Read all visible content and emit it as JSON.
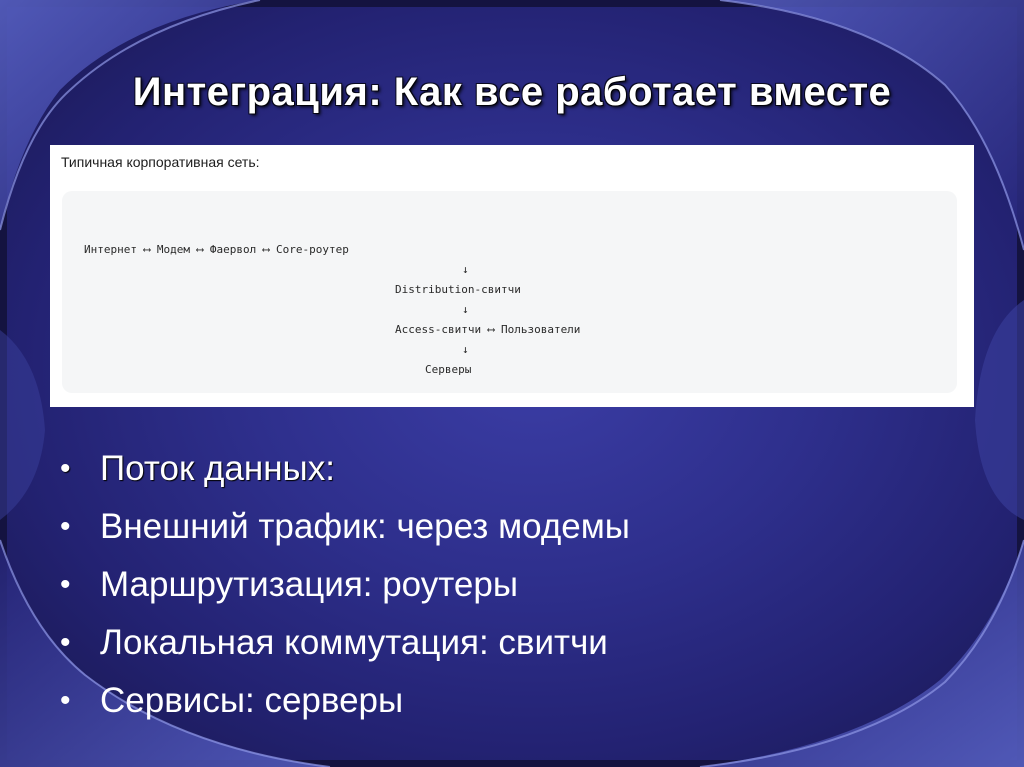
{
  "slide": {
    "title": "Интеграция: Как все работает вместе"
  },
  "diagram": {
    "heading": "Типичная корпоративная сеть:",
    "lines": [
      "Интернет ⟷ Модем ⟷ Фаервол ⟷ Core-роутер",
      "↓",
      "Distribution-свитчи",
      "↓",
      "Access-свитчи ⟷ Пользователи",
      "↓",
      "Серверы"
    ]
  },
  "bullets": {
    "marker": "•",
    "items": [
      "Поток данных:",
      "Внешний трафик: через модемы",
      "Маршрутизация: роутеры",
      "Локальная коммутация: свитчи",
      "Сервисы: серверы"
    ]
  },
  "colors": {
    "background": "#2e2f8c",
    "frame": "#4a52b8",
    "text": "#ffffff"
  }
}
